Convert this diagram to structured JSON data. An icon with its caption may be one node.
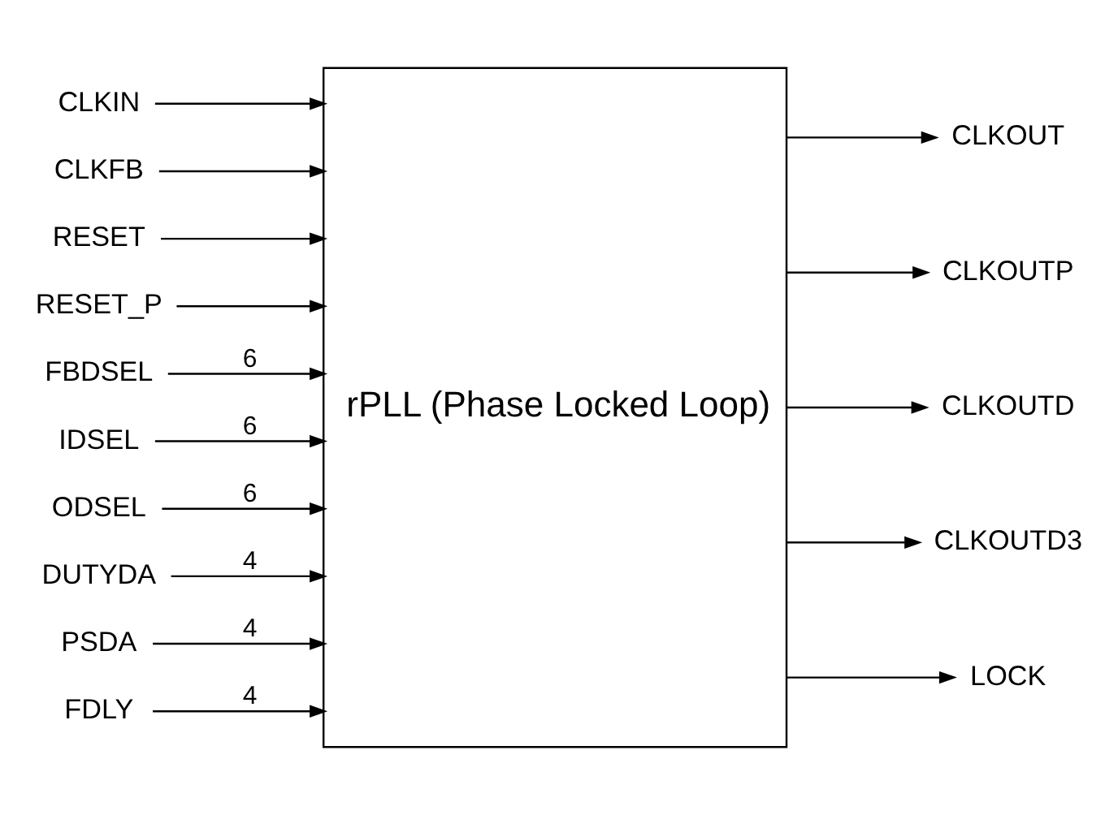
{
  "diagram": {
    "nodes": [
      {
        "text": [
          "rPLL (Phase Locked Loop)"
        ]
      },
      {
        "text": [
          "CLKIN"
        ]
      },
      {
        "text": [
          "CLKFB"
        ]
      },
      {
        "text": [
          "RESET"
        ]
      },
      {
        "text": [
          "RESET_P"
        ]
      },
      {
        "text": [
          "FBDSEL"
        ]
      },
      {
        "text": [
          "IDSEL"
        ]
      },
      {
        "text": [
          "ODSEL"
        ]
      },
      {
        "text": [
          "DUTYDA"
        ]
      },
      {
        "text": [
          "PSDA"
        ]
      },
      {
        "text": [
          "FDLY"
        ]
      },
      {
        "text": [
          "CLKOUT"
        ]
      },
      {
        "text": [
          "CLKOUTP"
        ]
      },
      {
        "text": [
          "CLKOUTD"
        ]
      },
      {
        "text": [
          "CLKOUTD3"
        ]
      },
      {
        "text": [
          "LOCK"
        ]
      }
    ],
    "edges": [
      {
        "from": 1,
        "to": 0,
        "arrow": "to"
      },
      {
        "from": 2,
        "to": 0,
        "arrow": "to"
      },
      {
        "from": 3,
        "to": 0,
        "arrow": "to"
      },
      {
        "from": 4,
        "to": 0,
        "arrow": "to"
      },
      {
        "from": 5,
        "to": 0,
        "arrow": "to",
        "label": "6"
      },
      {
        "from": 6,
        "to": 0,
        "arrow": "to",
        "label": "6"
      },
      {
        "from": 7,
        "to": 0,
        "arrow": "to",
        "label": "6"
      },
      {
        "from": 8,
        "to": 0,
        "arrow": "to",
        "label": "4"
      },
      {
        "from": 9,
        "to": 0,
        "arrow": "to",
        "label": "4"
      },
      {
        "from": 10,
        "to": 0,
        "arrow": "to",
        "label": "4"
      },
      {
        "from": 0,
        "to": 11,
        "arrow": "to"
      },
      {
        "from": 0,
        "to": 12,
        "arrow": "to"
      },
      {
        "from": 0,
        "to": 13,
        "arrow": "to"
      },
      {
        "from": 0,
        "to": 14,
        "arrow": "to"
      },
      {
        "from": 0,
        "to": 15,
        "arrow": "to"
      }
    ]
  }
}
